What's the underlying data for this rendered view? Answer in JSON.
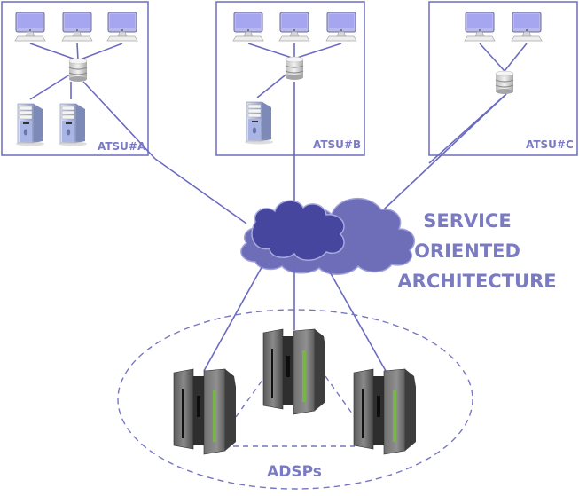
{
  "diagram": {
    "title": "Service Oriented Architecture",
    "colors": {
      "line": "#6b6bc0",
      "box_border": "#7676c2",
      "label": "#7b7bc4",
      "cloud_light": "#6d6db8",
      "cloud_dark": "#46469e",
      "monitor_screen": "#a8a8f0",
      "server_green": "#7ab648"
    },
    "cloud_label_lines": [
      "SERVICE",
      "ORIENTED",
      "ARCHITECTURE"
    ],
    "atsu_units": [
      {
        "id": "A",
        "label": "ATSU#A",
        "workstations": 3,
        "servers": 2
      },
      {
        "id": "B",
        "label": "ATSU#B",
        "workstations": 3,
        "servers": 1
      },
      {
        "id": "C",
        "label": "ATSU#C",
        "workstations": 2,
        "servers": 0
      }
    ],
    "adsp_group": {
      "label": "ADSPs",
      "servers": 3
    }
  }
}
